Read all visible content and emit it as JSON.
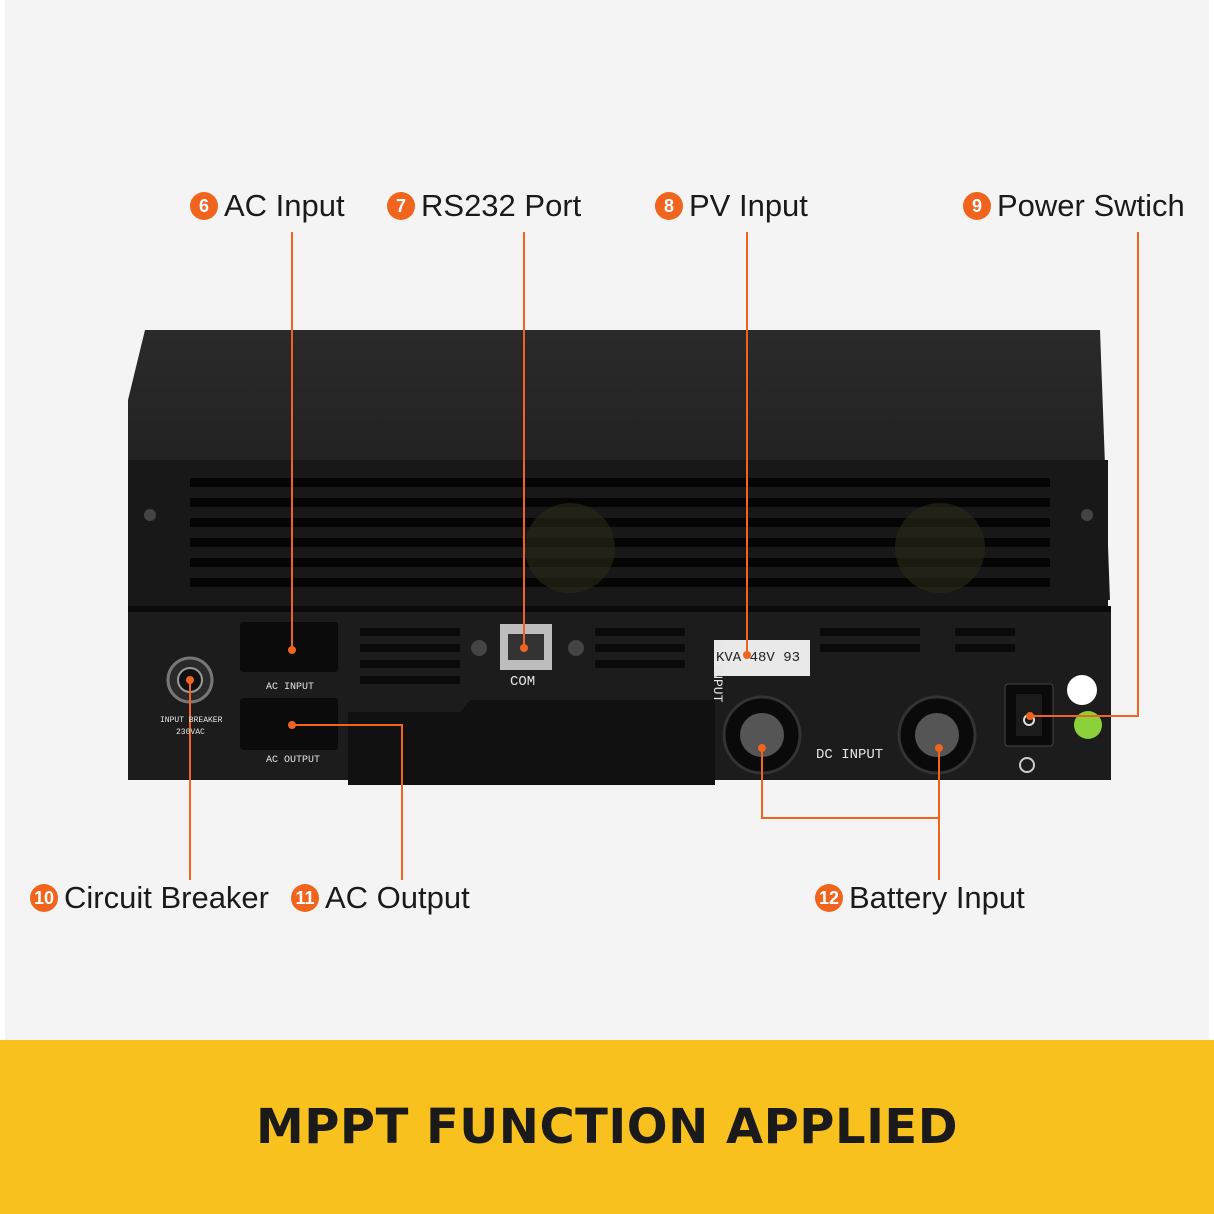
{
  "callouts": [
    {
      "num": "6",
      "label": "AC Input"
    },
    {
      "num": "7",
      "label": "RS232 Port"
    },
    {
      "num": "8",
      "label": "PV Input"
    },
    {
      "num": "9",
      "label": "Power Swtich"
    },
    {
      "num": "10",
      "label": "Circuit Breaker"
    },
    {
      "num": "11",
      "label": "AC Output"
    },
    {
      "num": "12",
      "label": "Battery Input"
    }
  ],
  "panel_labels": {
    "ac_input": "AC INPUT",
    "ac_output": "AC OUTPUT",
    "com": "COM",
    "pv_input": "PV INPUT",
    "dc_input": "DC INPUT",
    "breaker": "INPUT BREAKER",
    "breaker_voltage": "230VAC",
    "model_sticker": "KVA 48V 93"
  },
  "banner": {
    "text": "MPPT FUNCTION APPLIED"
  },
  "colors": {
    "accent": "#f0641e",
    "banner": "#f8c11d",
    "device": "#1c1c1c"
  }
}
